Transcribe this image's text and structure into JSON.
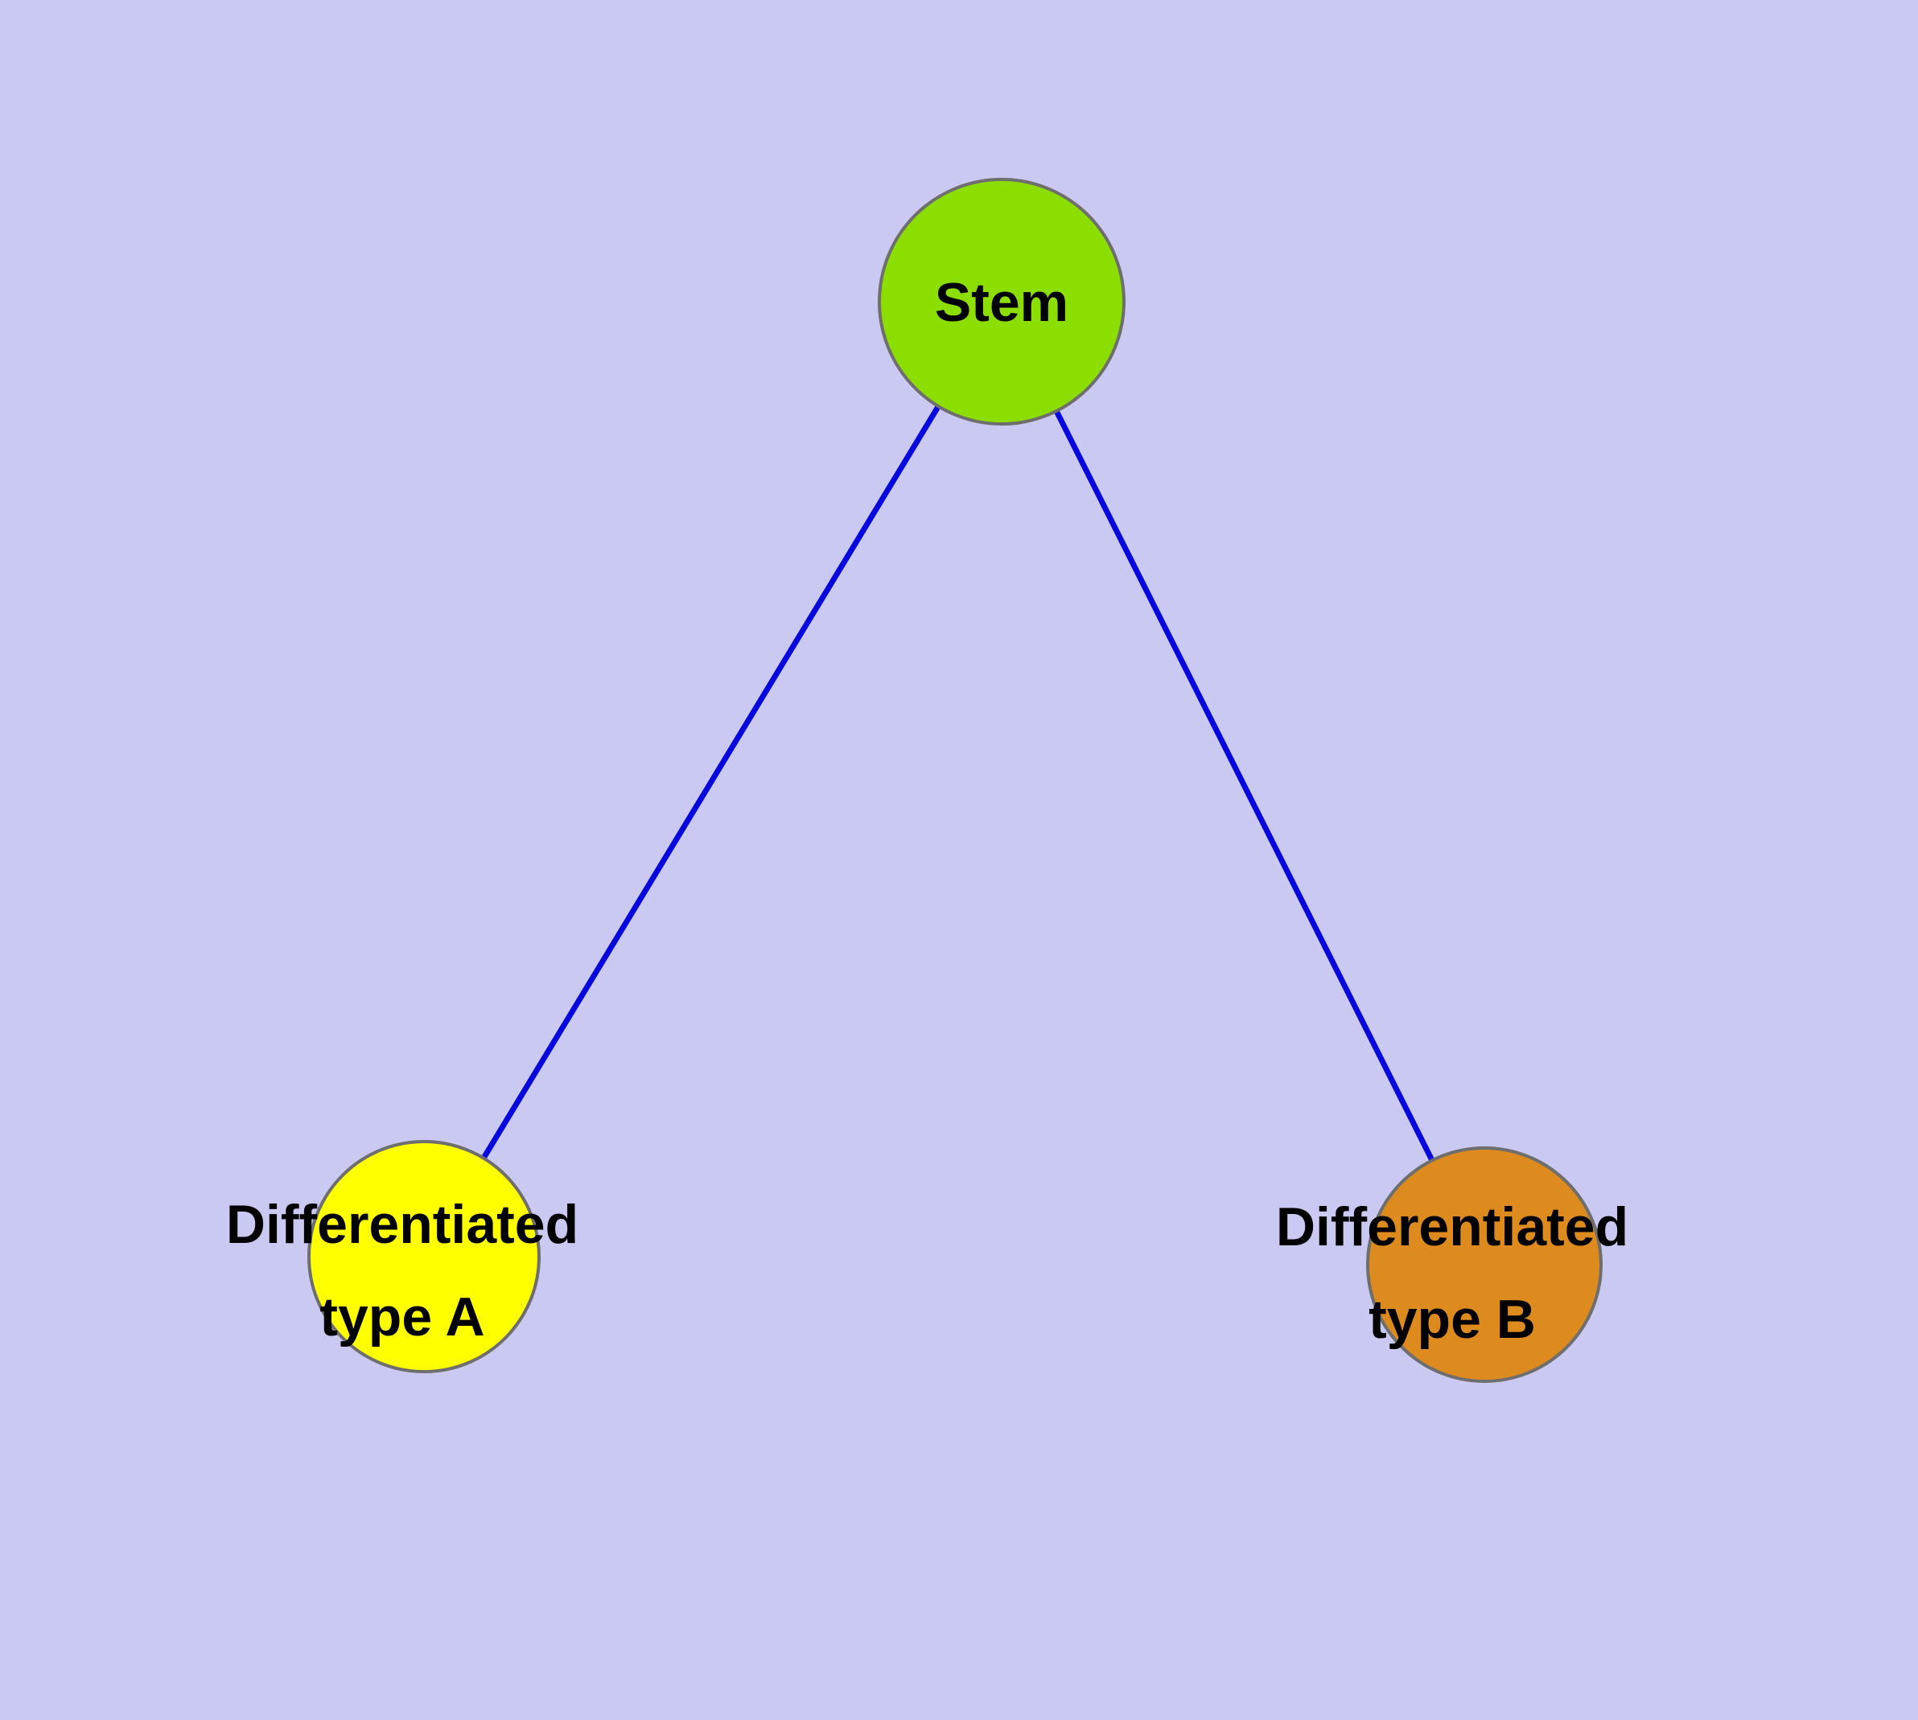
{
  "diagram": {
    "title": "Stem cell differentiation diagram",
    "background_color": "#c9c9f2",
    "edge_color": "#0707dd",
    "node_stroke_color": "#6e6e6e",
    "nodes": [
      {
        "id": "stem",
        "label": "Stem",
        "label_line2": "",
        "color": "#8cdd00"
      },
      {
        "id": "type-a",
        "label": "Differentiated",
        "label_line2": "type A",
        "color": "#ffff00"
      },
      {
        "id": "type-b",
        "label": "Differentiated",
        "label_line2": "type B",
        "color": "#dd8a1e"
      }
    ],
    "edges": [
      {
        "from": "stem",
        "to": "type-a"
      },
      {
        "from": "stem",
        "to": "type-b"
      }
    ]
  }
}
